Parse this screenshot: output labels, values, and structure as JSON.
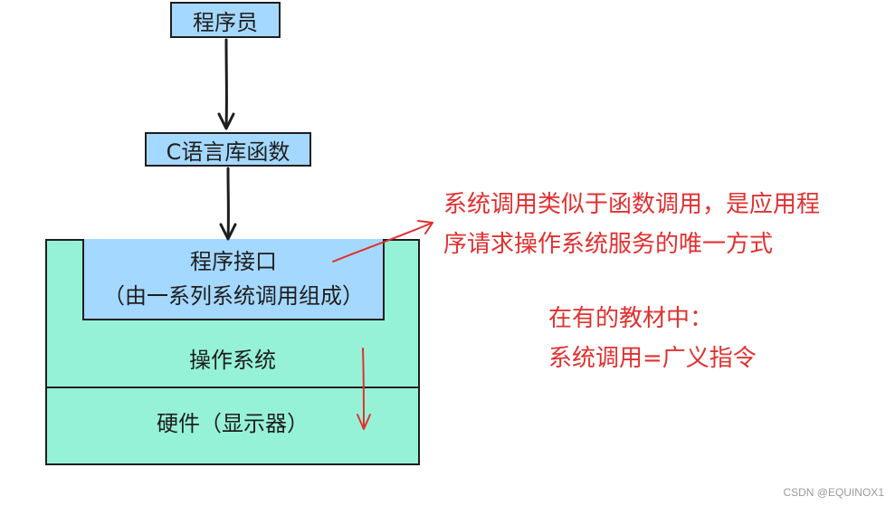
{
  "nodes": {
    "programmer": "程序员",
    "c_library": "C语言库函数",
    "api_title": "程序接口",
    "api_sub": "（由一系列系统调用组成）",
    "os": "操作系统",
    "hardware": "硬件（显示器）"
  },
  "notes": {
    "syscall_line1": "系统调用类似于函数调用，是应用程",
    "syscall_line2": "序请求操作系统服务的唯一方式",
    "textbook_line1": "在有的教材中：",
    "textbook_line2": "系统调用=广义指令"
  },
  "watermark": "CSDN @EQUINOX1",
  "colors": {
    "box_blue": "#a5d8ff",
    "box_green": "#96f2d7",
    "stroke": "#1e1e1e",
    "annotation_red": "#e03131"
  }
}
